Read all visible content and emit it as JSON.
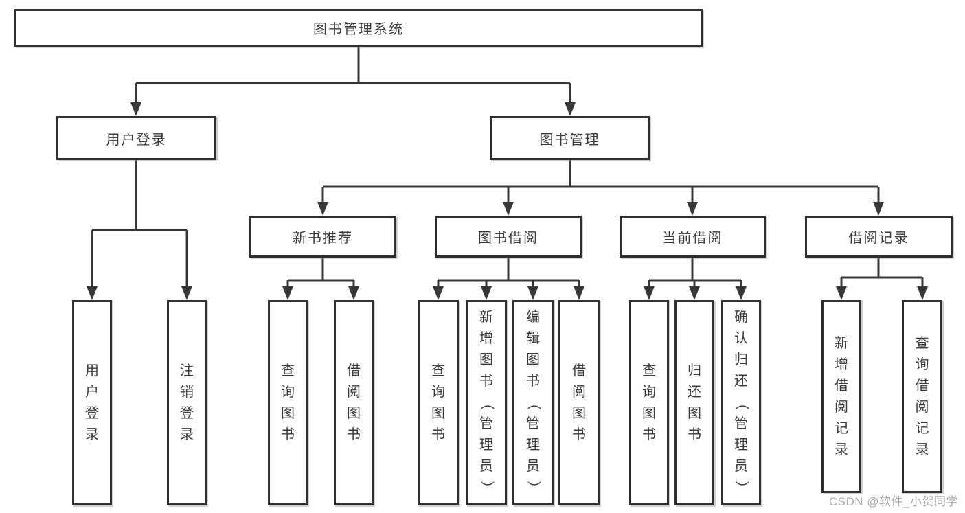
{
  "diagram": {
    "title": {
      "label": "图书管理系统"
    },
    "branches": [
      {
        "label": "用户登录"
      },
      {
        "label": "图书管理"
      }
    ],
    "modules": [
      {
        "label": "新书推荐",
        "parent": "图书管理"
      },
      {
        "label": "图书借阅",
        "parent": "图书管理"
      },
      {
        "label": "当前借阅",
        "parent": "图书管理"
      },
      {
        "label": "借阅记录",
        "parent": "图书管理"
      }
    ],
    "functions": [
      {
        "label": "用户登录",
        "parent": "用户登录"
      },
      {
        "label": "注销登录",
        "parent": "用户登录"
      },
      {
        "label": "查询图书",
        "parent": "新书推荐"
      },
      {
        "label": "借阅图书",
        "parent": "新书推荐"
      },
      {
        "label": "查询图书",
        "parent": "图书借阅"
      },
      {
        "label": "新增图书（管理员）",
        "parent": "图书借阅"
      },
      {
        "label": "编辑图书（管理员）",
        "parent": "图书借阅"
      },
      {
        "label": "借阅图书",
        "parent": "图书借阅"
      },
      {
        "label": "查询图书",
        "parent": "当前借阅"
      },
      {
        "label": "归还图书",
        "parent": "当前借阅"
      },
      {
        "label": "确认归还（管理员）",
        "parent": "当前借阅"
      },
      {
        "label": "新增借阅记录",
        "parent": "借阅记录"
      },
      {
        "label": "查询借阅记录",
        "parent": "借阅记录"
      }
    ]
  },
  "watermark": {
    "text": "CSDN @软件_小贺同学"
  },
  "colors": {
    "line": "#383838",
    "border": "#2f2f2f",
    "text": "#3a3a3a",
    "background": "#ffffff",
    "watermark": "#a8a8a8"
  }
}
